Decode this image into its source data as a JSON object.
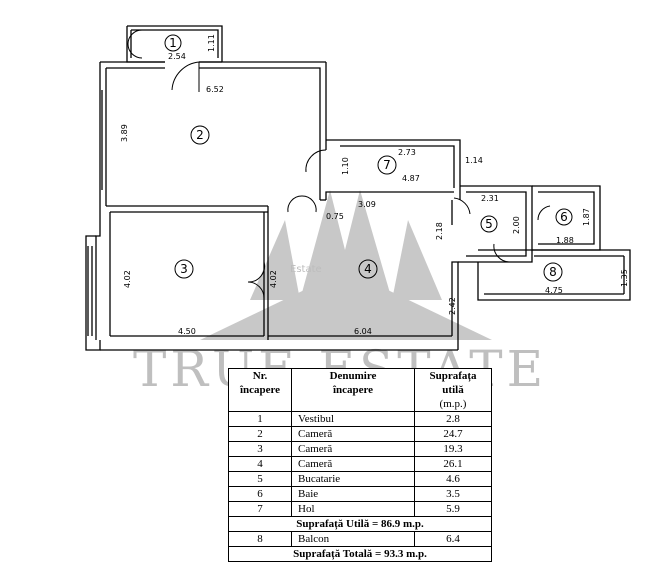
{
  "watermark": {
    "brand": "TRUE ESTATE",
    "small": "Estate"
  },
  "rooms": [
    {
      "id": "1",
      "label": "1"
    },
    {
      "id": "2",
      "label": "2"
    },
    {
      "id": "3",
      "label": "3"
    },
    {
      "id": "4",
      "label": "4"
    },
    {
      "id": "5",
      "label": "5"
    },
    {
      "id": "6",
      "label": "6"
    },
    {
      "id": "7",
      "label": "7"
    },
    {
      "id": "8",
      "label": "8"
    }
  ],
  "dimensions": {
    "d_2_54": "2.54",
    "d_1_11": "1.11",
    "d_6_52": "6.52",
    "d_3_89": "3.89",
    "d_2_73": "2.73",
    "d_1_14": "1.14",
    "d_1_10": "1.10",
    "d_4_87": "4.87",
    "d_0_75": "0.75",
    "d_3_09": "3.09",
    "d_2_18": "2.18",
    "d_2_31": "2.31",
    "d_2_00": "2.00",
    "d_1_87": "1.87",
    "d_1_88": "1.88",
    "d_4_02_a": "4.02",
    "d_4_02_b": "4.02",
    "d_4_50": "4.50",
    "d_6_04": "6.04",
    "d_2_42": "2.42",
    "d_4_75": "4.75",
    "d_1_35": "1.35"
  },
  "table": {
    "headers": {
      "nr_line1": "Nr.",
      "nr_line2": "încapere",
      "name_line1": "Denumire",
      "name_line2": "încapere",
      "area_line1": "Suprafața",
      "area_line2": "utilă",
      "area_line3": "(m.p.)"
    },
    "rows": [
      {
        "no": "1",
        "name": "Vestibul",
        "area": "2.8"
      },
      {
        "no": "2",
        "name": "Cameră",
        "area": "24.7"
      },
      {
        "no": "3",
        "name": "Cameră",
        "area": "19.3"
      },
      {
        "no": "4",
        "name": "Cameră",
        "area": "26.1"
      },
      {
        "no": "5",
        "name": "Bucatarie",
        "area": "4.6"
      },
      {
        "no": "6",
        "name": "Baie",
        "area": "3.5"
      },
      {
        "no": "7",
        "name": "Hol",
        "area": "5.9"
      }
    ],
    "useful_total": "Suprafață Utilă = 86.9 m.p.",
    "balcony": {
      "no": "8",
      "name": "Balcon",
      "area": "6.4"
    },
    "grand_total": "Suprafață Totală = 93.3 m.p."
  }
}
